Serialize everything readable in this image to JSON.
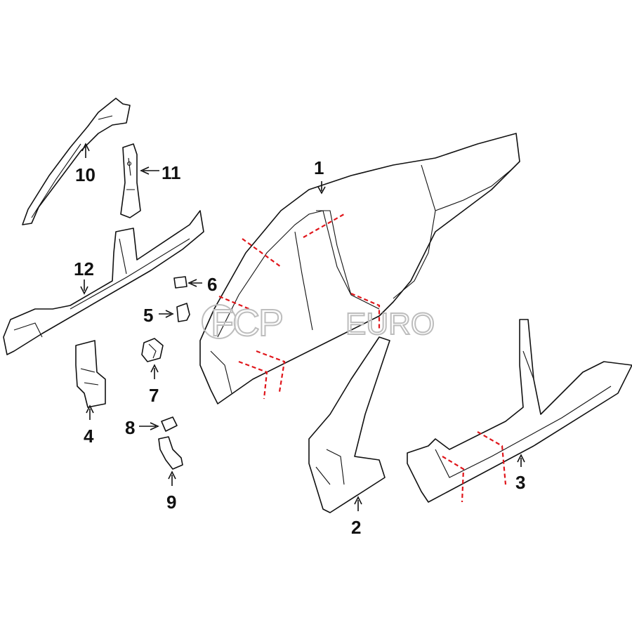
{
  "diagram": {
    "callouts": [
      {
        "id": "1",
        "label": "1"
      },
      {
        "id": "2",
        "label": "2"
      },
      {
        "id": "3",
        "label": "3"
      },
      {
        "id": "4",
        "label": "4"
      },
      {
        "id": "5",
        "label": "5"
      },
      {
        "id": "6",
        "label": "6"
      },
      {
        "id": "7",
        "label": "7"
      },
      {
        "id": "8",
        "label": "8"
      },
      {
        "id": "9",
        "label": "9"
      },
      {
        "id": "10",
        "label": "10"
      },
      {
        "id": "11",
        "label": "11"
      },
      {
        "id": "12",
        "label": "12"
      }
    ],
    "watermark": {
      "brand": "FCP",
      "suffix": "EURO"
    },
    "colors": {
      "line": "#111111",
      "cut_line": "#e0161b",
      "watermark": "#cfcfcf"
    }
  }
}
